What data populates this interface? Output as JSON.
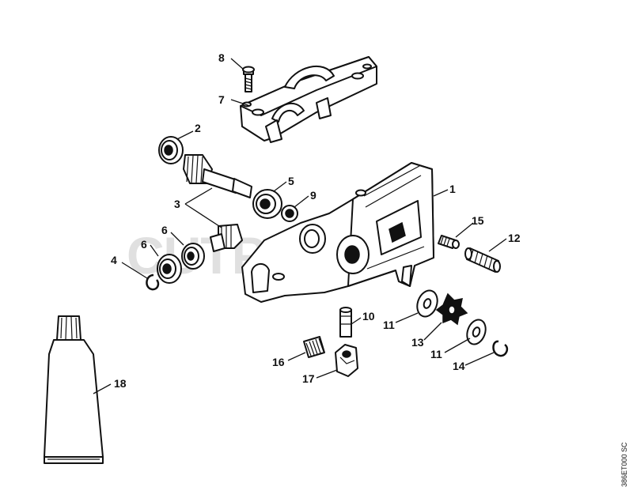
{
  "watermark": "CUTPARTS",
  "drawing_code": "386ET000 SC",
  "callouts": [
    "1",
    "2",
    "3",
    "4",
    "5",
    "6",
    "6",
    "7",
    "8",
    "9",
    "10",
    "11",
    "11",
    "12",
    "13",
    "14",
    "15",
    "16",
    "17",
    "18"
  ]
}
